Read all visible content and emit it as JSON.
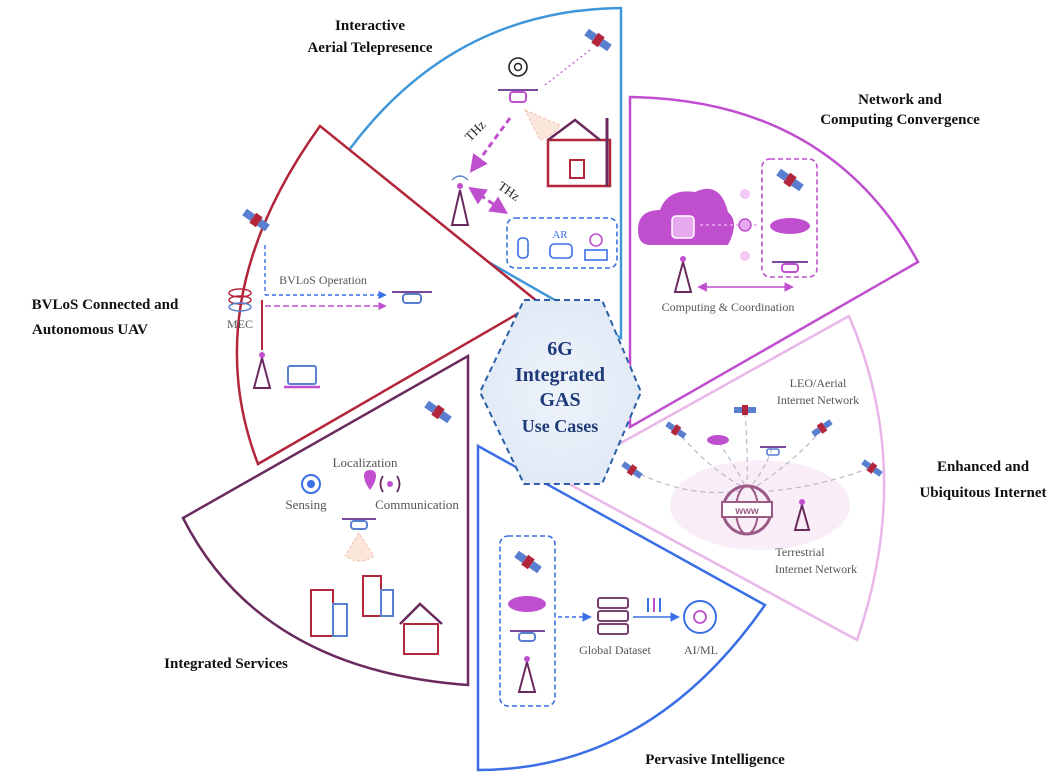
{
  "center": {
    "line1": "6G",
    "line2": "Integrated",
    "line3": "GAS",
    "line4": "Use Cases"
  },
  "sectors": {
    "telepresence": {
      "title_line1": "Interactive",
      "title_line2": "Aerial Telepresence",
      "color": "#3f97d9",
      "labels": {
        "thz1": "THz",
        "thz2": "THz",
        "ar": "AR"
      }
    },
    "network": {
      "title_line1": "Network and",
      "title_line2": "Computing Convergence",
      "color": "#c04fd0",
      "labels": {
        "coordination": "Computing & Coordination"
      }
    },
    "internet": {
      "title_line1": "Enhanced and",
      "title_line2": "Ubiquitous Internet",
      "color": "#e8b6e8",
      "labels": {
        "leo1": "LEO/Aerial",
        "leo2": "Internet Network",
        "terr1": "Terrestrial",
        "terr2": "Internet Network",
        "www": "www"
      }
    },
    "intelligence": {
      "title": "Pervasive Intelligence",
      "color": "#3b6fe6",
      "labels": {
        "dataset": "Global Dataset",
        "aiml": "AI/ML"
      }
    },
    "services": {
      "title": "Integrated Services",
      "color": "#6a2a5e",
      "labels": {
        "localization": "Localization",
        "sensing": "Sensing",
        "communication": "Communication"
      }
    },
    "bvlos": {
      "title_line1": "BVLoS Connected and",
      "title_line2": "Autonomous UAV",
      "color": "#b3253b",
      "labels": {
        "operation": "BVLoS Operation",
        "mec": "MEC"
      }
    }
  }
}
